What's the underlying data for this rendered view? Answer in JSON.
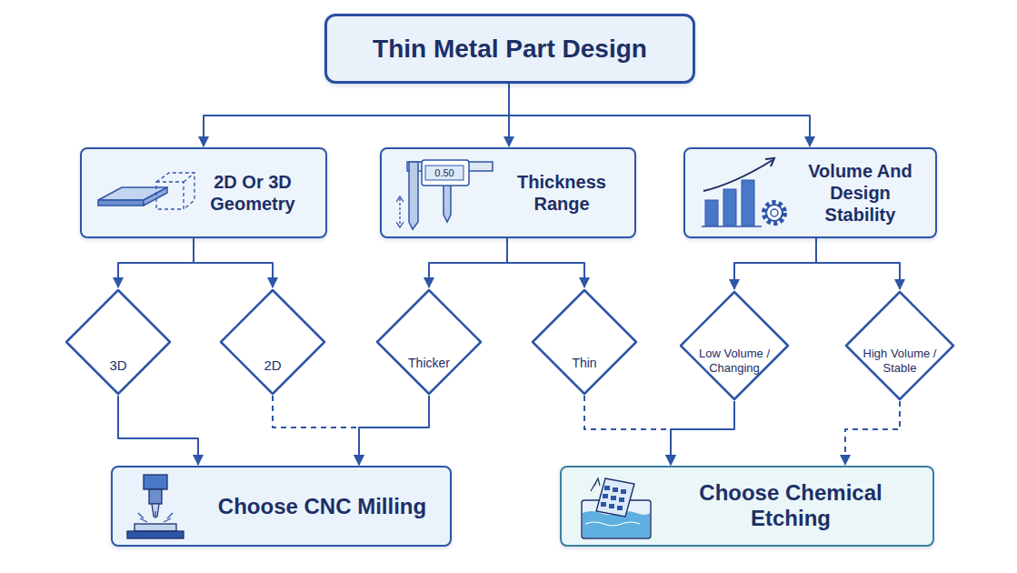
{
  "diagram": {
    "nodes": [
      {
        "text": [
          "Thin Metal Part Design"
        ]
      },
      {
        "text": [
          "2D Or 3D Geometry"
        ]
      },
      {
        "text": [
          "Thickness Range"
        ]
      },
      {
        "text": [
          "Volume And Design Stability"
        ]
      },
      {
        "text": [
          "3D"
        ]
      },
      {
        "text": [
          "2D"
        ]
      },
      {
        "text": [
          "Thicker"
        ]
      },
      {
        "text": [
          "Thin"
        ]
      },
      {
        "text": [
          "Low Volume / Changing"
        ]
      },
      {
        "text": [
          "High Volume / Stable"
        ]
      },
      {
        "text": [
          "Choose CNC Milling"
        ]
      },
      {
        "text": [
          "Choose Chemical Etching"
        ]
      }
    ],
    "edges": [
      {
        "from": 0,
        "to": 1,
        "arrow": "to"
      },
      {
        "from": 0,
        "to": 2,
        "arrow": "to"
      },
      {
        "from": 0,
        "to": 3,
        "arrow": "to"
      },
      {
        "from": 1,
        "to": 4,
        "arrow": "to"
      },
      {
        "from": 1,
        "to": 5,
        "arrow": "to"
      },
      {
        "from": 2,
        "to": 6,
        "arrow": "to"
      },
      {
        "from": 2,
        "to": 7,
        "arrow": "to"
      },
      {
        "from": 3,
        "to": 8,
        "arrow": "to"
      },
      {
        "from": 3,
        "to": 9,
        "arrow": "to"
      },
      {
        "from": 4,
        "to": 10,
        "arrow": "to"
      },
      {
        "from": 5,
        "to": 10,
        "arrow": "to"
      },
      {
        "from": 6,
        "to": 10,
        "arrow": "to"
      },
      {
        "from": 7,
        "to": 11,
        "arrow": "to"
      },
      {
        "from": 8,
        "to": 11,
        "arrow": "to"
      },
      {
        "from": 9,
        "to": 11,
        "arrow": "to"
      }
    ],
    "labels": [
      "0.50"
    ]
  }
}
